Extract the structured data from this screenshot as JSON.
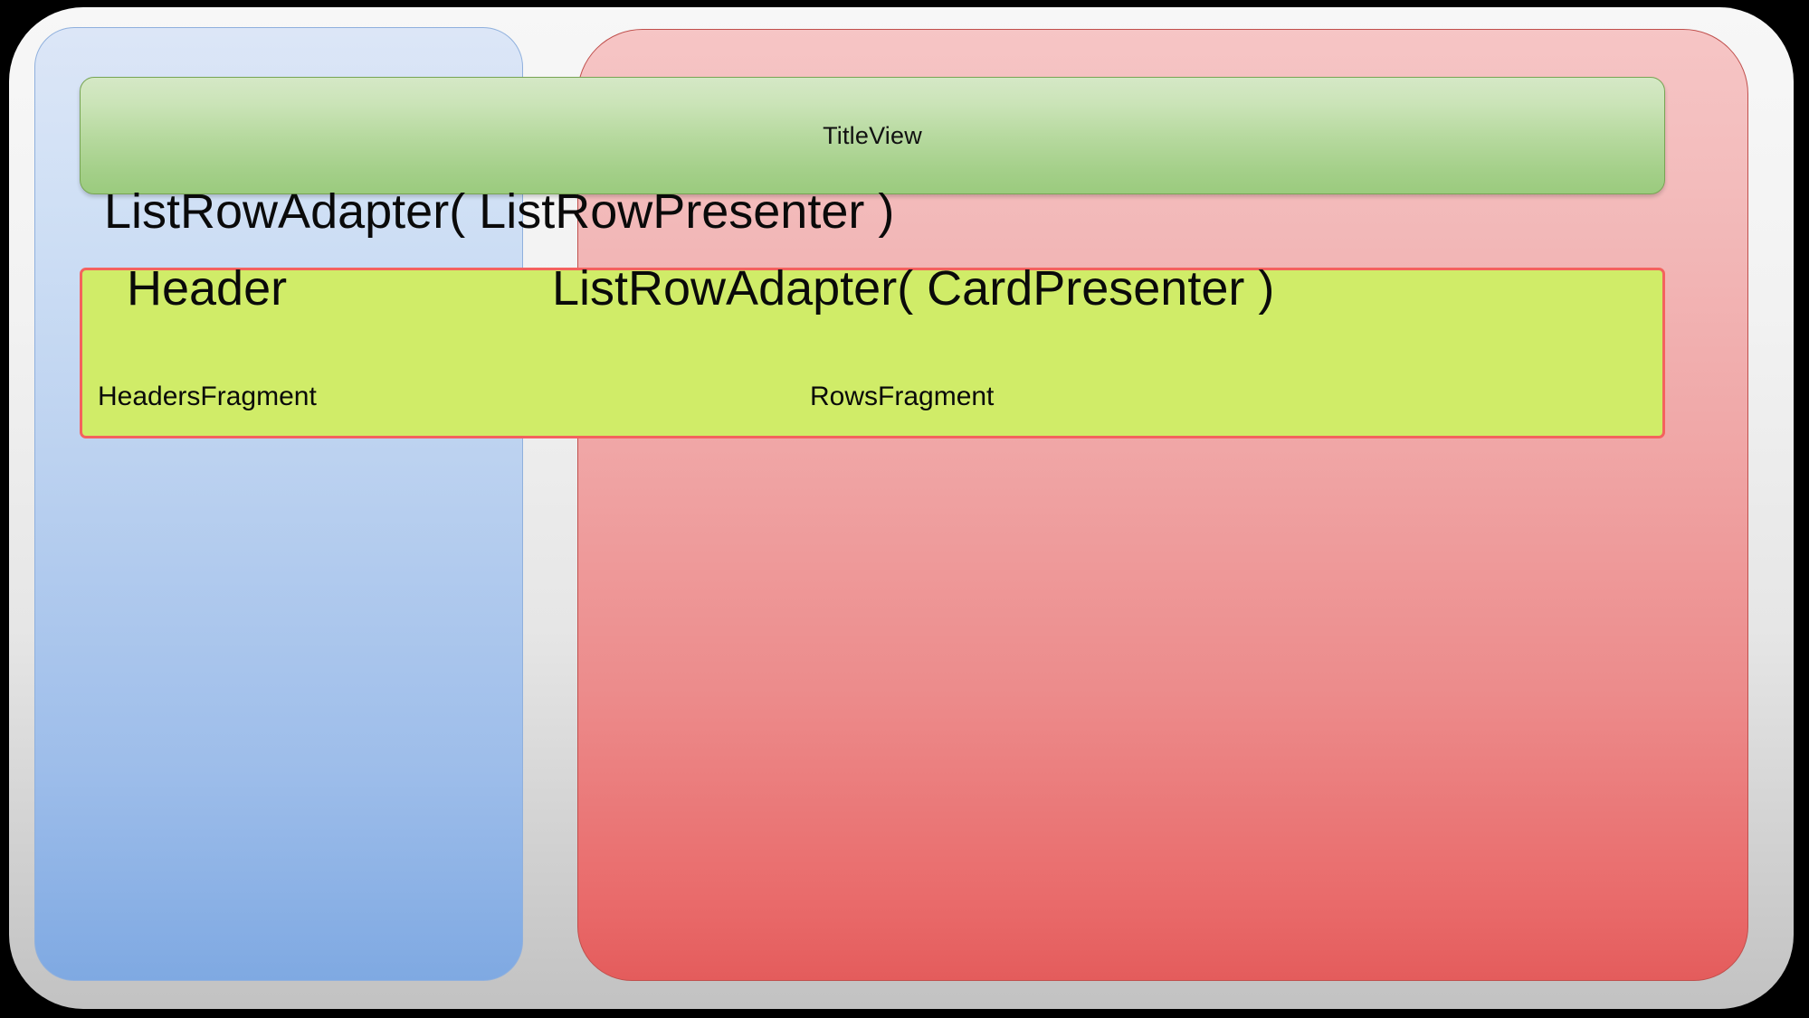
{
  "diagram": {
    "title": "Android Leanback BrowseFragment layout",
    "colors": {
      "outer_shell": "#f2f2f2",
      "headers_fragment": "#9dbdea",
      "rows_fragment": "#ec8b8b",
      "title_view": "#a3cf88",
      "listrow_box_fill": "#d0ec68",
      "listrow_box_border": "#f4625e",
      "text": "#0a0a0a"
    },
    "panels": {
      "headers_fragment": {
        "label": "HeadersFragment"
      },
      "rows_fragment": {
        "label": "RowsFragment"
      }
    },
    "title_view": {
      "label": "TitleView"
    },
    "listrow_box": {
      "adapter_presenter_label": "ListRowAdapter( ListRowPresenter )",
      "header_label": "Header",
      "adapter_card_label": "ListRowAdapter( CardPresenter )"
    }
  }
}
